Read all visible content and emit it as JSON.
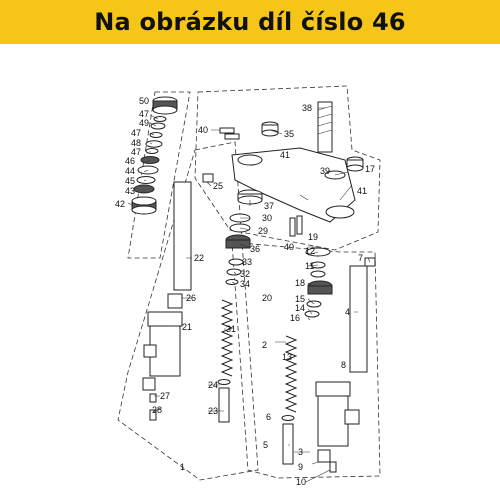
{
  "banner": {
    "text": "Na obrázku díl číslo 46",
    "background_color": "#f5c518",
    "text_color": "#111111"
  },
  "callouts": {
    "n50": "50",
    "n47a": "47",
    "n49": "49",
    "n47b": "47",
    "n48": "48",
    "n47c": "47",
    "n46": "46",
    "n44": "44",
    "n45": "45",
    "n43": "43",
    "n42": "42",
    "n40a": "40",
    "n35": "35",
    "n38": "38",
    "n41a": "41",
    "n39": "39",
    "n17": "17",
    "n41b": "41",
    "n25": "25",
    "n37": "37",
    "n30": "30",
    "n29": "29",
    "n36": "36",
    "n33": "33",
    "n32": "32",
    "n34": "34",
    "n22": "22",
    "n26": "26",
    "n20": "20",
    "n21": "21",
    "n31": "31",
    "n24": "24",
    "n27": "27",
    "n28": "28",
    "n23": "23",
    "n1": "1",
    "n40b": "40",
    "n19": "19",
    "n12": "12",
    "n11": "11",
    "n18": "18",
    "n15": "15",
    "n14": "14",
    "n16": "16",
    "n7": "7",
    "n4": "4",
    "n2": "2",
    "n13": "13",
    "n8": "8",
    "n6": "6",
    "n5": "5",
    "n3": "3",
    "n9": "9",
    "n10": "10"
  }
}
